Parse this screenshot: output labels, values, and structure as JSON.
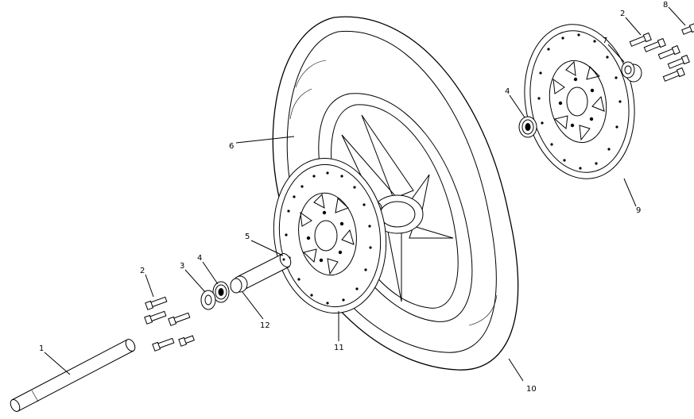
{
  "diagram": {
    "callouts": [
      {
        "id": "callout-1",
        "text": "1"
      },
      {
        "id": "callout-2-left",
        "text": "2"
      },
      {
        "id": "callout-3",
        "text": "3"
      },
      {
        "id": "callout-4-left",
        "text": "4"
      },
      {
        "id": "callout-5",
        "text": "5"
      },
      {
        "id": "callout-6",
        "text": "6"
      },
      {
        "id": "callout-11",
        "text": "11"
      },
      {
        "id": "callout-12",
        "text": "12"
      },
      {
        "id": "callout-10",
        "text": "10"
      },
      {
        "id": "callout-4-right",
        "text": "4"
      },
      {
        "id": "callout-7",
        "text": "7"
      },
      {
        "id": "callout-2-right",
        "text": "2"
      },
      {
        "id": "callout-8",
        "text": "8"
      },
      {
        "id": "callout-9",
        "text": "9"
      }
    ]
  }
}
